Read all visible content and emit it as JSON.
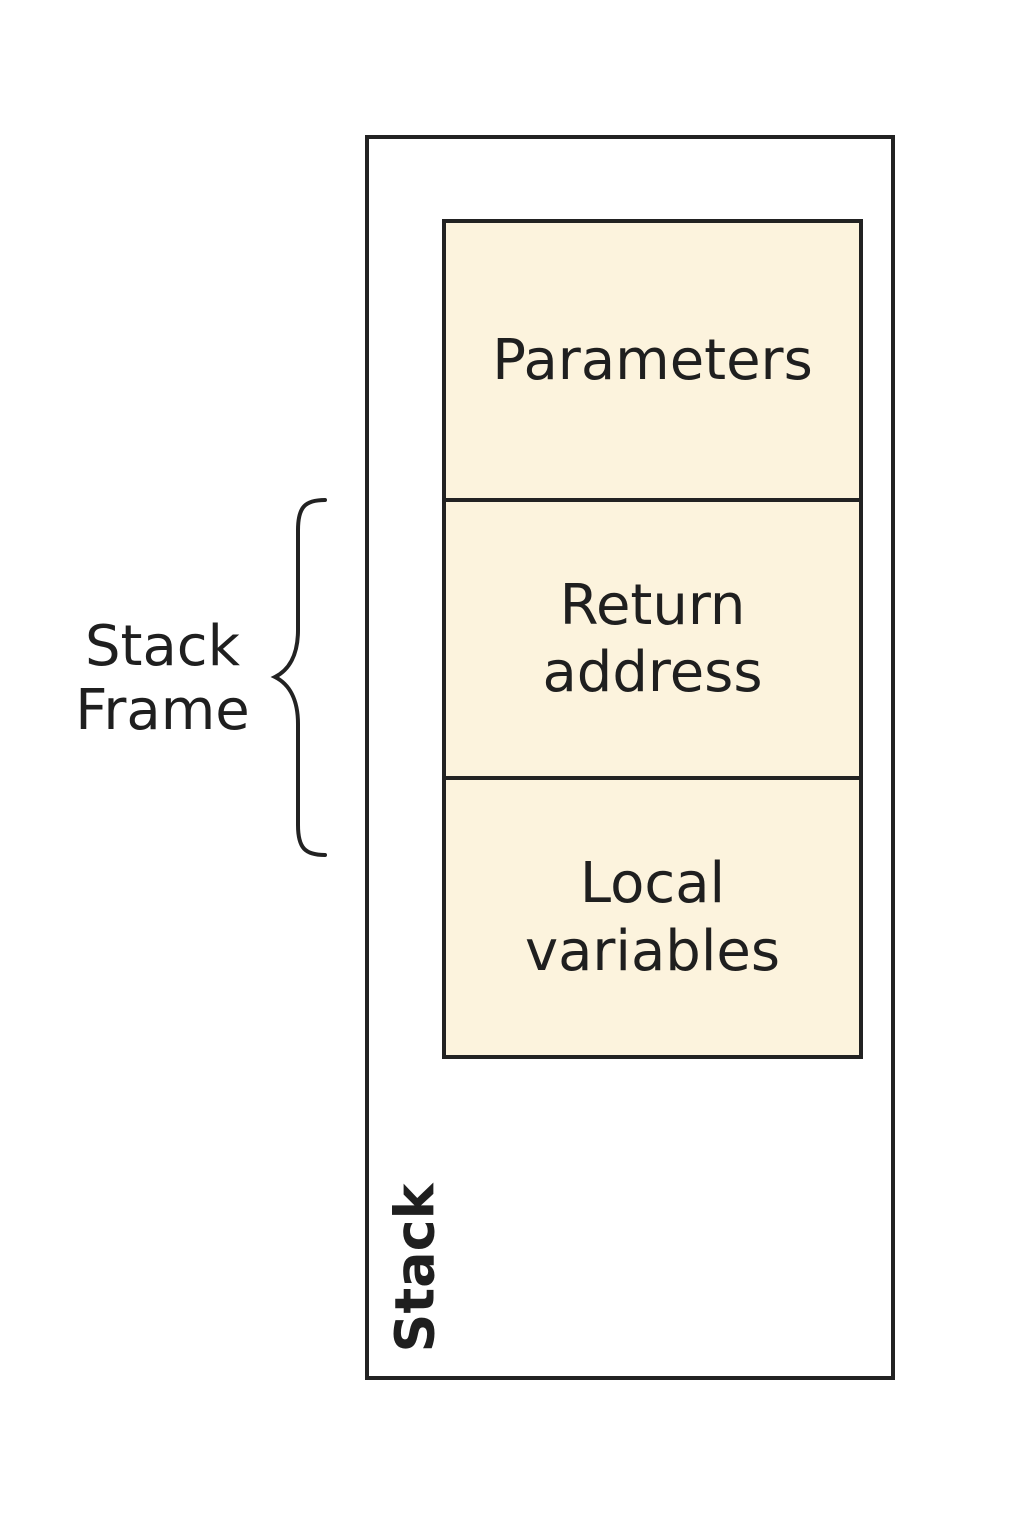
{
  "diagram": {
    "stack_label": "Stack",
    "frame_label": "Stack\nFrame",
    "cells": [
      {
        "label": "Parameters"
      },
      {
        "label": "Return\naddress"
      },
      {
        "label": "Local\nvariables"
      }
    ],
    "colors": {
      "cell_fill": "#fcf3dd",
      "border": "#222222",
      "text": "#1f1f1f",
      "background": "#ffffff"
    }
  }
}
